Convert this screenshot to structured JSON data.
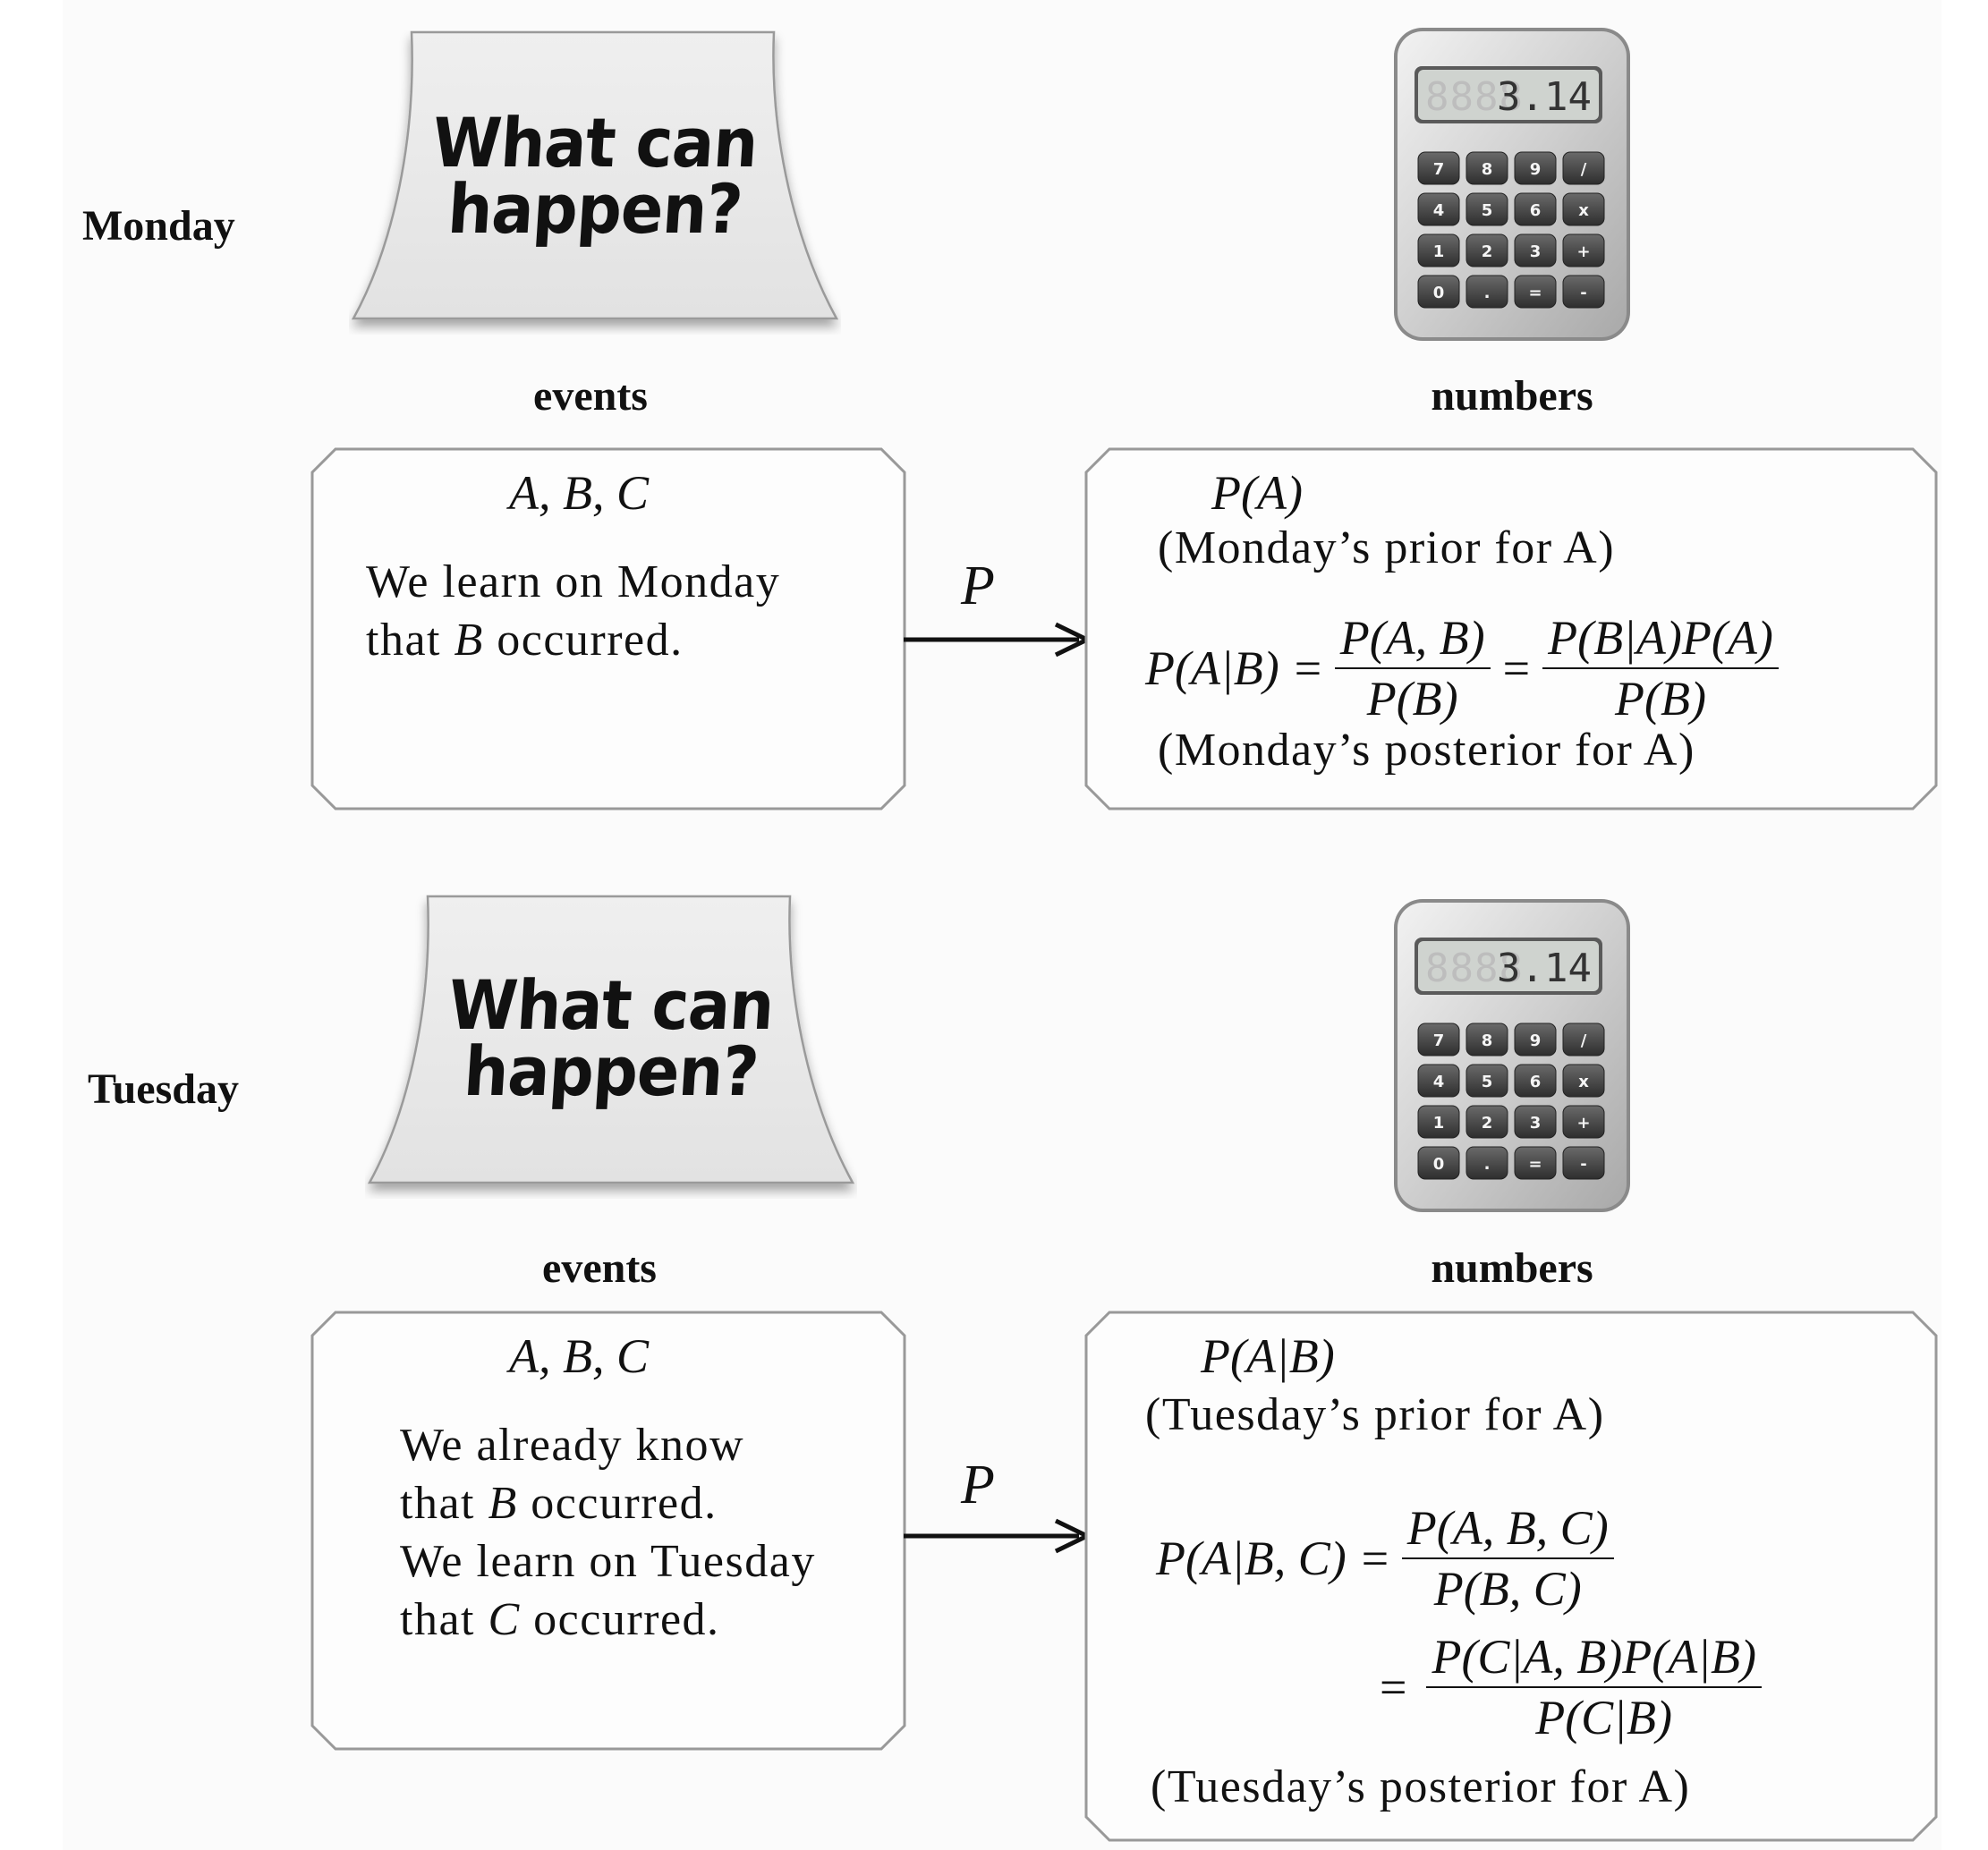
{
  "monday": {
    "day_label": "Monday",
    "sign_line1": "What can",
    "sign_line2": "happen?",
    "calculator_display": "3.14",
    "events_label": "events",
    "numbers_label": "numbers",
    "events_box": {
      "vars": "A, B, C",
      "line1": "We learn on Monday",
      "line2_pre": "that ",
      "line2_var": "B",
      "line2_post": " occurred."
    },
    "arrow_label": "P",
    "numbers_box": {
      "prior_expr": "P(A)",
      "prior_caption": "(Monday’s prior for A)",
      "lhs": "P(A|B) =",
      "frac1_num": "P(A, B)",
      "frac1_den": "P(B)",
      "eq": "=",
      "frac2_num": "P(B|A)P(A)",
      "frac2_den": "P(B)",
      "posterior_caption": "(Monday’s posterior for A)"
    }
  },
  "tuesday": {
    "day_label": "Tuesday",
    "sign_line1": "What can",
    "sign_line2": "happen?",
    "calculator_display": "3.14",
    "events_label": "events",
    "numbers_label": "numbers",
    "events_box": {
      "vars": "A, B, C",
      "line1": "We already know",
      "line2_pre": "that ",
      "line2_var": "B",
      "line2_post": " occurred.",
      "line3": "We learn on Tuesday",
      "line4_pre": "that ",
      "line4_var": "C",
      "line4_post": " occurred."
    },
    "arrow_label": "P",
    "numbers_box": {
      "prior_expr": "P(A|B)",
      "prior_caption": "(Tuesday’s prior for A)",
      "lhs": "P(A|B, C) =",
      "frac1_num": "P(A, B, C)",
      "frac1_den": "P(B, C)",
      "eq": "=",
      "frac2_num": "P(C|A, B)P(A|B)",
      "frac2_den": "P(C|B)",
      "posterior_caption": "(Tuesday’s posterior for A)"
    }
  },
  "calculator_keys": [
    "7",
    "8",
    "9",
    "/",
    "4",
    "5",
    "6",
    "x",
    "1",
    "2",
    "3",
    "+",
    "0",
    ".",
    "=",
    "-"
  ]
}
